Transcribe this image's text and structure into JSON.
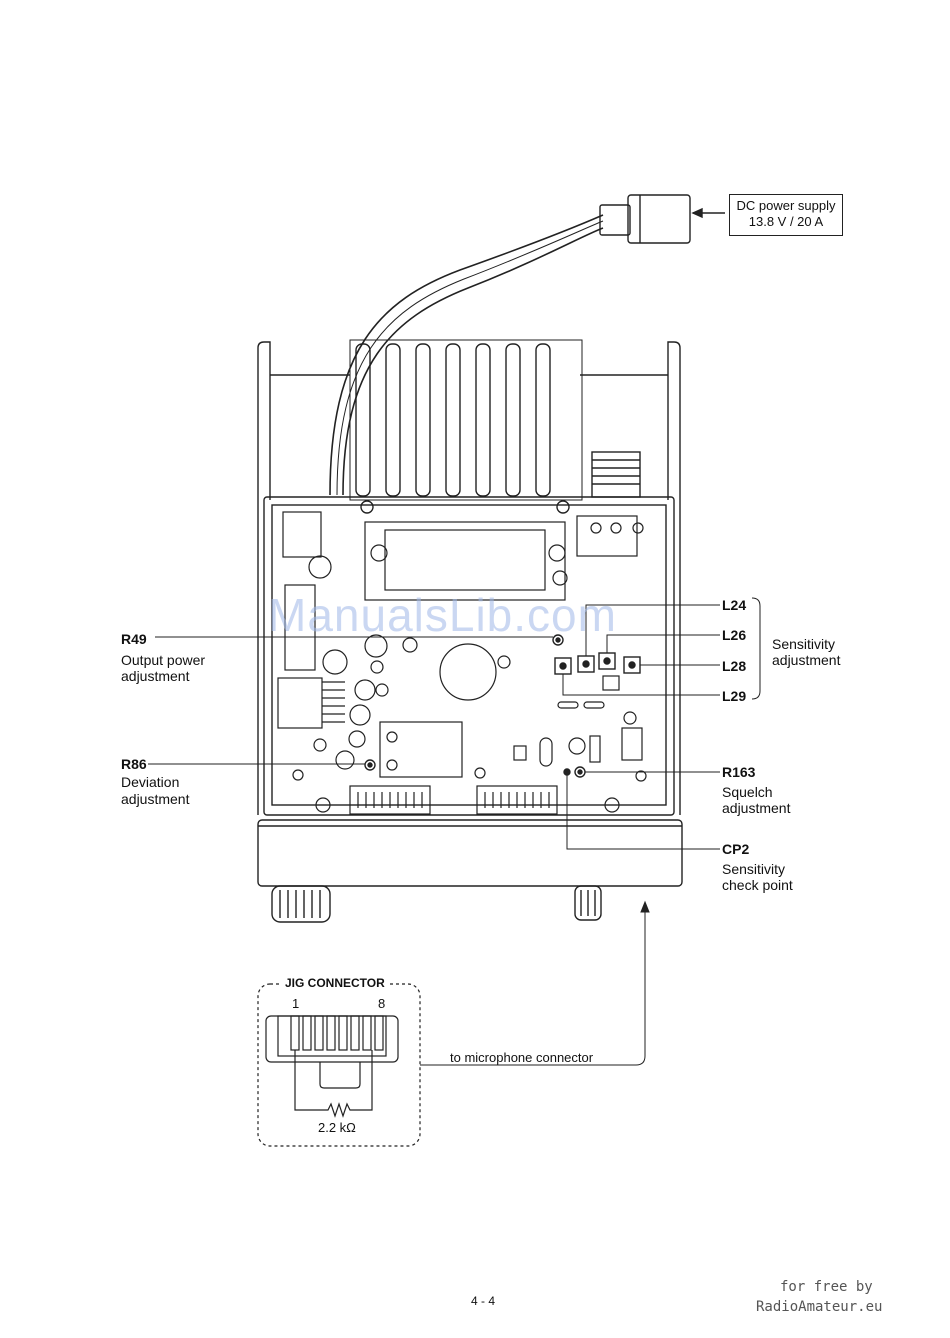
{
  "power_supply": {
    "line1": "DC power supply",
    "line2": "13.8 V / 20 A"
  },
  "left_labels": {
    "r49": {
      "ref": "R49",
      "line1": "Output power",
      "line2": "adjustment"
    },
    "r86": {
      "ref": "R86",
      "line1": "Deviation",
      "line2": "adjustment"
    }
  },
  "right_labels": {
    "l24": "L24",
    "l26": "L26",
    "l28": "L28",
    "l29": "L29",
    "sensitivity_line1": "Sensitivity",
    "sensitivity_line2": "adjustment",
    "r163": {
      "ref": "R163",
      "line1": "Squelch",
      "line2": "adjustment"
    },
    "cp2": {
      "ref": "CP2",
      "line1": "Sensitivity",
      "line2": "check point"
    }
  },
  "jig": {
    "title": "JIG CONNECTOR",
    "pin_first": "1",
    "pin_last": "8",
    "resistor": "2.2 kΩ",
    "to_mic": "to microphone connector"
  },
  "watermark": "ManualsLib.com",
  "page_number": "4 - 4",
  "footer": {
    "line1": "for free by",
    "line2": "RadioAmateur.eu"
  }
}
